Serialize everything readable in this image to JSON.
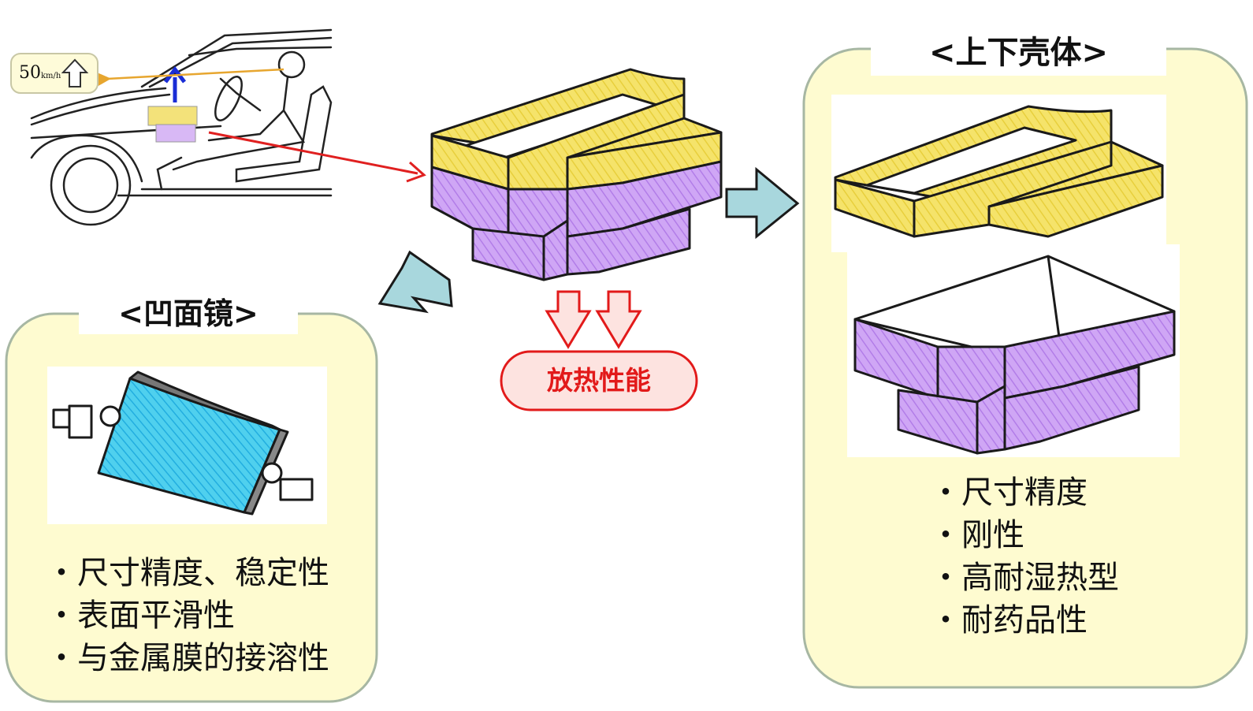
{
  "speed_badge": {
    "value": "50",
    "unit": "km/h"
  },
  "heat_label": "放热性能",
  "left_panel": {
    "title": "<凹面镜>",
    "bullets": [
      "・尺寸精度、稳定性",
      "・表面平滑性",
      "・与金属膜的接溶性"
    ]
  },
  "right_panel": {
    "title": "<上下壳体>",
    "bullets": [
      "・尺寸精度",
      "・刚性",
      "・高耐湿热型",
      "・耐药品性"
    ]
  },
  "colors": {
    "panel_fill": "#fefbd0",
    "panel_border": "#a7b7a3",
    "housing_yellow": "#f5e36a",
    "housing_purple": "#c99cf2",
    "mirror_cyan": "#3ec8e8",
    "arrow_blue": "#a8d7dd",
    "heat_red": "#e21a1a",
    "heat_fill": "#fde3e0"
  }
}
